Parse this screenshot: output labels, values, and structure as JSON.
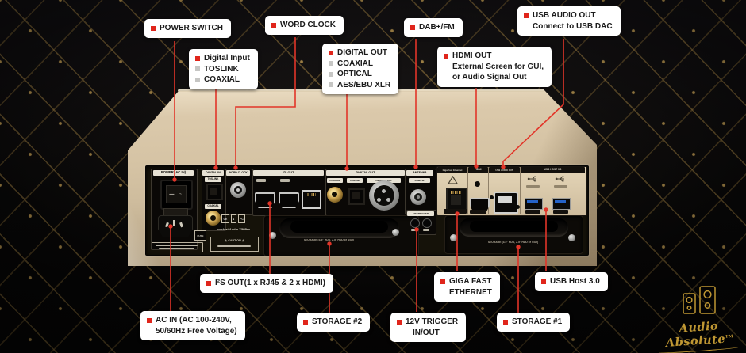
{
  "colors": {
    "accent_red": "#e0251b",
    "device_body": "#d5c3a4",
    "background_gold_line": "#ba944a",
    "callout_bg": "#ffffff"
  },
  "callouts": {
    "power_switch": {
      "title": "POWER SWITCH"
    },
    "word_clock": {
      "title": "WORD CLOCK"
    },
    "dab_fm": {
      "title": "DAB+/FM"
    },
    "usb_audio_out": {
      "title": "USB AUDIO OUT",
      "line2": "Connect to USB DAC"
    },
    "digital_input": {
      "title": "Digital Input",
      "items": [
        "TOSLINK",
        "COAXIAL"
      ]
    },
    "digital_out": {
      "title": "DIGITAL OUT",
      "items": [
        "COAXIAL",
        "OPTICAL",
        "AES/EBU XLR"
      ]
    },
    "hdmi_out": {
      "title": "HDMI OUT",
      "line2": "External Screen for GUI,",
      "line3": "or Audio Signal Out"
    },
    "i2s_out": {
      "title": "I²S OUT(1 x RJ45 & 2 x HDMI)"
    },
    "giga_fast_ethernet": {
      "title": "GIGA FAST",
      "line2": "ETHERNET"
    },
    "usb_host": {
      "title": "USB Host 3.0"
    },
    "ac_in": {
      "title": "AC IN (AC 100-240V,",
      "line2": "50/60Hz Free Voltage)"
    },
    "storage_2": {
      "title": "STORAGE #2"
    },
    "twelve_v_trigger": {
      "title": "12V TRIGGER",
      "line2": "IN/OUT"
    },
    "storage_1": {
      "title": "STORAGE #1"
    }
  },
  "rear_panel": {
    "sections": {
      "power": {
        "label": "POWER (AC IN)",
        "fuse": "FUSE",
        "switch_marks": "— ○"
      },
      "digital_in": {
        "label": "DIGITAL IN",
        "toslink": "TOSLINK",
        "coaxial": "COAXIAL"
      },
      "word_clock": {
        "label": "WORD CLOCK"
      },
      "i2s_out": {
        "label": "I²S OUT"
      },
      "digital_out": {
        "label": "DIGITAL OUT",
        "coaxial": "COAXIAL",
        "toslink": "TOSLINK",
        "aes_ebu": "AES/EBU XLR"
      },
      "antenna": {
        "label": "ANTENNA",
        "type": "DAB/FM"
      },
      "trigger": {
        "label": "12V TRIGGER"
      },
      "ethernet": {
        "label": "Giga Fast Ethernet"
      },
      "hdmi": {
        "label": "HDMI"
      },
      "usb_audio": {
        "label": "USB AUDIO OUT"
      },
      "usb_host": {
        "label": "USB HOST 3.0"
      },
      "storage_bay": {
        "label": "STORAGE (3.5\" HDD, 2.5\" HDD or SSD)"
      }
    },
    "brand_label": "cocktailAudio X50Pro",
    "caution_label": "CAUTION",
    "warning_sign": "⚠",
    "cert_marks": [
      "CE",
      "●",
      "FC"
    ]
  },
  "logo": {
    "brand": "Audio Absolute",
    "tm": "TM"
  }
}
